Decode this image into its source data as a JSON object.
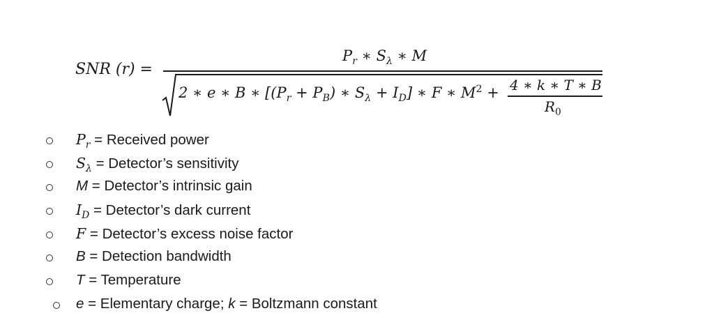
{
  "formula": {
    "lhs": "SNR (r) =",
    "numerator": {
      "p": "P",
      "p_sub": "r",
      "op1": " ∗ ",
      "s": "S",
      "s_sub": "λ",
      "op2": " ∗ ",
      "m": "M"
    },
    "denominator": {
      "part1": "2 ∗ e ∗ B ∗ [(",
      "p": "P",
      "p_sub": "r",
      "plus1": " + ",
      "pb": "P",
      "pb_sub": "B",
      "part2": ") ∗ ",
      "s": "S",
      "s_sub": "λ",
      "plus2": " +  ",
      "i": "I",
      "i_sub": "D",
      "part3": "] ∗ F ∗ M",
      "sq": "2",
      "plus3": " +",
      "inner_numerator": "4 ∗ k ∗ T ∗ B",
      "inner_denominator": "R",
      "inner_denominator_sub": "0"
    }
  },
  "definitions": [
    {
      "symbol": "P",
      "sub": "r",
      "text": " = Received power"
    },
    {
      "symbol": "S",
      "sub": "λ",
      "text": " = Detector’s sensitivity"
    },
    {
      "symbol": "M",
      "sub": "",
      "text": " = Detector’s intrinsic gain"
    },
    {
      "symbol": "I",
      "sub": "D",
      "text": " = Detector’s dark current"
    },
    {
      "symbol": "F",
      "sub": "",
      "text": " = Detector’s excess noise factor"
    },
    {
      "symbol": "B",
      "sub": "",
      "text": " = Detection bandwidth"
    },
    {
      "symbol": "T",
      "sub": "",
      "text": " = Temperature"
    },
    {
      "symbol": "e",
      "sub": "",
      "text": " = Elementary charge; ",
      "symbol2": "k",
      "text2": " = Boltzmann constant"
    }
  ]
}
